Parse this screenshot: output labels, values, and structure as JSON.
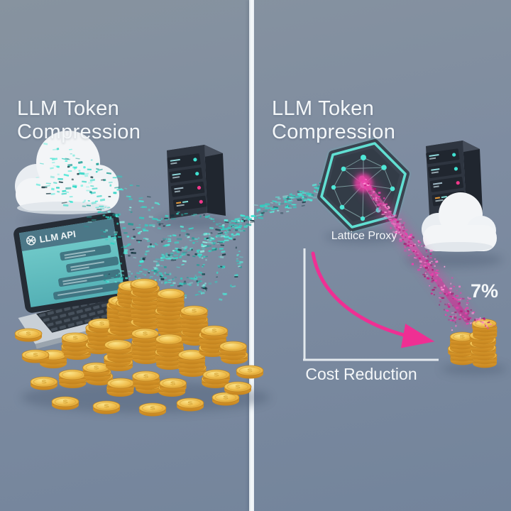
{
  "titles": {
    "left": "LLM Token Compression",
    "right": "LLM Token Compression"
  },
  "laptop": {
    "app_title": "LLM API"
  },
  "proxy": {
    "label": "Lattice Proxy"
  },
  "result": {
    "value": "7%"
  },
  "chart": {
    "label": "Cost Reduction",
    "trend": "decreasing"
  },
  "coins": {
    "symbol": "$"
  },
  "colors": {
    "background": "#7d8ba0",
    "divider": "#f2f6f9",
    "accent_teal": "#3ce4d2",
    "accent_magenta": "#e7309c",
    "gold": "#eeb744",
    "text": "#f4f7f9"
  }
}
